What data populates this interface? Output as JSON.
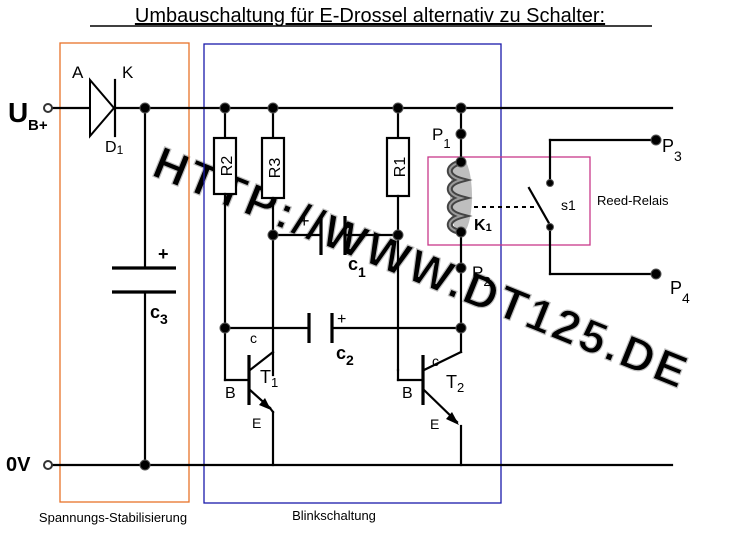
{
  "title": "Umbauschaltung für E-Drossel alternativ zu Schalter:",
  "rails": {
    "supply_main": "U",
    "supply_sub": "B+",
    "ground": "0V"
  },
  "diode": {
    "anode": "A",
    "cathode": "K",
    "name": "D",
    "index": "1"
  },
  "c3": {
    "name": "c",
    "index": "3",
    "polarity": "+"
  },
  "resistors": {
    "r1": "R1",
    "r2": "R2",
    "r3": "R3"
  },
  "c1": {
    "name": "c",
    "index": "1",
    "polarity": "+"
  },
  "c2": {
    "name": "c",
    "index": "2",
    "polarity": "+"
  },
  "t1": {
    "name": "T",
    "index": "1",
    "base": "B",
    "collector": "c",
    "emitter": "E"
  },
  "t2": {
    "name": "T",
    "index": "2",
    "base": "B",
    "collector": "c",
    "emitter": "E"
  },
  "relay": {
    "coil_name": "K",
    "coil_index": "1",
    "switch": "s1",
    "label": "Reed-Relais"
  },
  "points": {
    "p1": {
      "name": "P",
      "index": "1"
    },
    "p2": {
      "name": "P",
      "index": "2"
    },
    "p3": {
      "name": "P",
      "index": "3"
    },
    "p4": {
      "name": "P",
      "index": "4"
    }
  },
  "boxes": {
    "stabilizer": "Spannungs-Stabilisierung",
    "blinker": "Blinkschaltung"
  },
  "watermark": "HTTP://WWW.DT125.DE",
  "colors": {
    "stabilizer_box": "#e8722a",
    "blinker_box": "#1a1aaa",
    "relay_box": "#c8388a",
    "relay_label": "#e0206e",
    "watermark": "#c0c0c0"
  }
}
